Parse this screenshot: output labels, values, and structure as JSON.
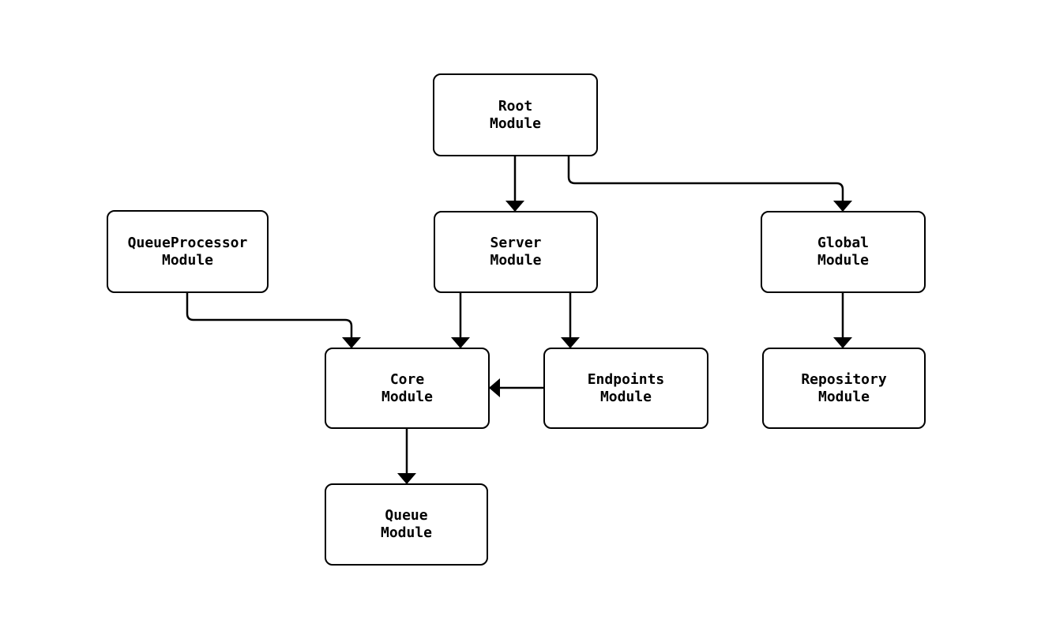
{
  "diagram": {
    "type": "module-dependency-flowchart",
    "colors": {
      "background": "#ffffff",
      "node_fill": "#ffffff",
      "node_stroke": "#000000",
      "edge_stroke": "#000000",
      "text": "#000000"
    },
    "nodes": [
      {
        "id": "root",
        "label": "Root\nModule"
      },
      {
        "id": "queueprocessor",
        "label": "QueueProcessor\nModule"
      },
      {
        "id": "server",
        "label": "Server\nModule"
      },
      {
        "id": "global",
        "label": "Global\nModule"
      },
      {
        "id": "core",
        "label": "Core\nModule"
      },
      {
        "id": "endpoints",
        "label": "Endpoints\nModule"
      },
      {
        "id": "repository",
        "label": "Repository\nModule"
      },
      {
        "id": "queue",
        "label": "Queue\nModule"
      }
    ],
    "edges": [
      {
        "from": "root",
        "to": "server"
      },
      {
        "from": "root",
        "to": "global"
      },
      {
        "from": "queueprocessor",
        "to": "core"
      },
      {
        "from": "server",
        "to": "core"
      },
      {
        "from": "server",
        "to": "endpoints"
      },
      {
        "from": "endpoints",
        "to": "core"
      },
      {
        "from": "global",
        "to": "repository"
      },
      {
        "from": "core",
        "to": "queue"
      }
    ]
  }
}
